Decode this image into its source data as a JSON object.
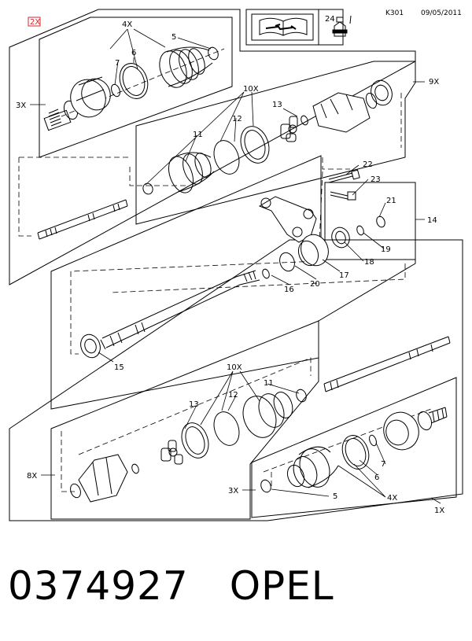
{
  "header": {
    "code": "K301",
    "date": "09/05/2011",
    "tool_ref": "24",
    "qty_flag": "2X"
  },
  "callouts": [
    "4X",
    "5",
    "7",
    "6",
    "3X",
    "10X",
    "13",
    "11",
    "12",
    "9X",
    "22",
    "23",
    "21",
    "14",
    "19",
    "18",
    "17",
    "20",
    "16",
    "15",
    "10X",
    "11",
    "12",
    "13",
    "8X",
    "7",
    "6",
    "3X",
    "5",
    "4X",
    "1X"
  ],
  "footer": {
    "part_number": "0374927",
    "brand": "OPEL"
  }
}
